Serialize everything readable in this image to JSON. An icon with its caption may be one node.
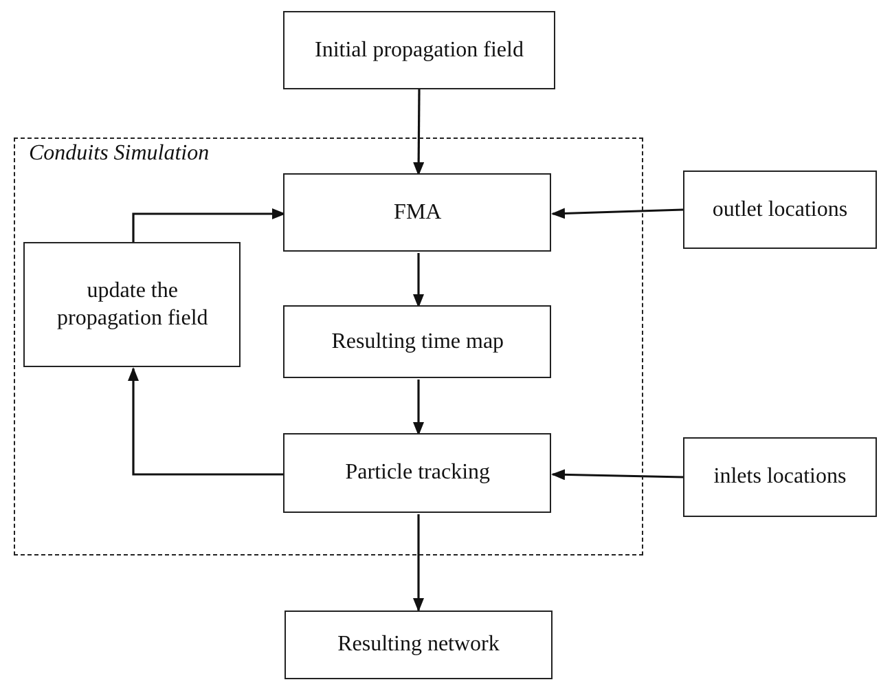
{
  "diagram": {
    "nodes": [
      {
        "text": [
          "Initial propagation field"
        ]
      },
      {
        "text": [
          "Conduits Simulation"
        ]
      },
      {
        "text": [
          "FMA"
        ],
        "in": 1
      },
      {
        "text": [
          "outlet locations"
        ]
      },
      {
        "text": [
          "update the propagation field"
        ],
        "in": 1
      },
      {
        "text": [
          "Resulting time map"
        ],
        "in": 1
      },
      {
        "text": [
          "Particle tracking"
        ],
        "in": 1
      },
      {
        "text": [
          "inlets locations"
        ]
      },
      {
        "text": [
          "Resulting network"
        ]
      }
    ],
    "edges": [
      {
        "from": 0,
        "to": 2,
        "arrow": "to"
      },
      {
        "from": 3,
        "to": 2,
        "arrow": "to"
      },
      {
        "from": 2,
        "to": 5,
        "arrow": "to"
      },
      {
        "from": 5,
        "to": 6,
        "arrow": "to"
      },
      {
        "from": 7,
        "to": 6,
        "arrow": "to"
      },
      {
        "from": 6,
        "to": 4,
        "arrow": "to"
      },
      {
        "from": 4,
        "to": 2,
        "arrow": "to"
      },
      {
        "from": 6,
        "to": 8,
        "arrow": "to"
      }
    ]
  }
}
